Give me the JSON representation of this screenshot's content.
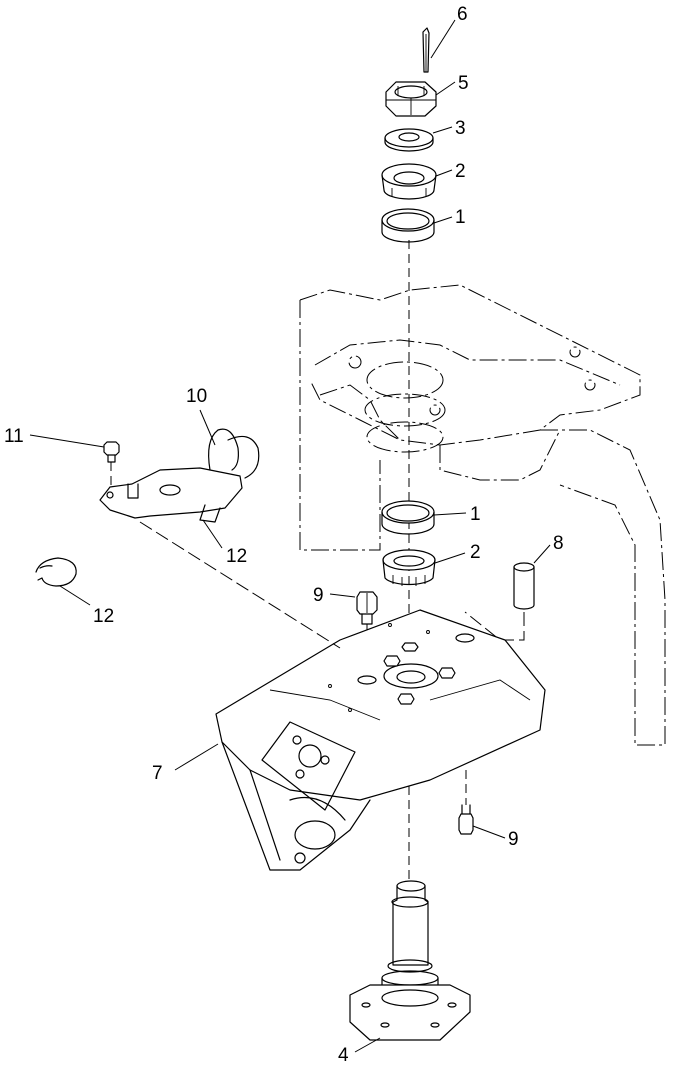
{
  "callouts": {
    "c1a": "1",
    "c1b": "1",
    "c2a": "2",
    "c2b": "2",
    "c3": "3",
    "c4": "4",
    "c5": "5",
    "c6": "6",
    "c7": "7",
    "c8": "8",
    "c9a": "9",
    "c9b": "9",
    "c10": "10",
    "c11": "11",
    "c12a": "12",
    "c12b": "12"
  }
}
